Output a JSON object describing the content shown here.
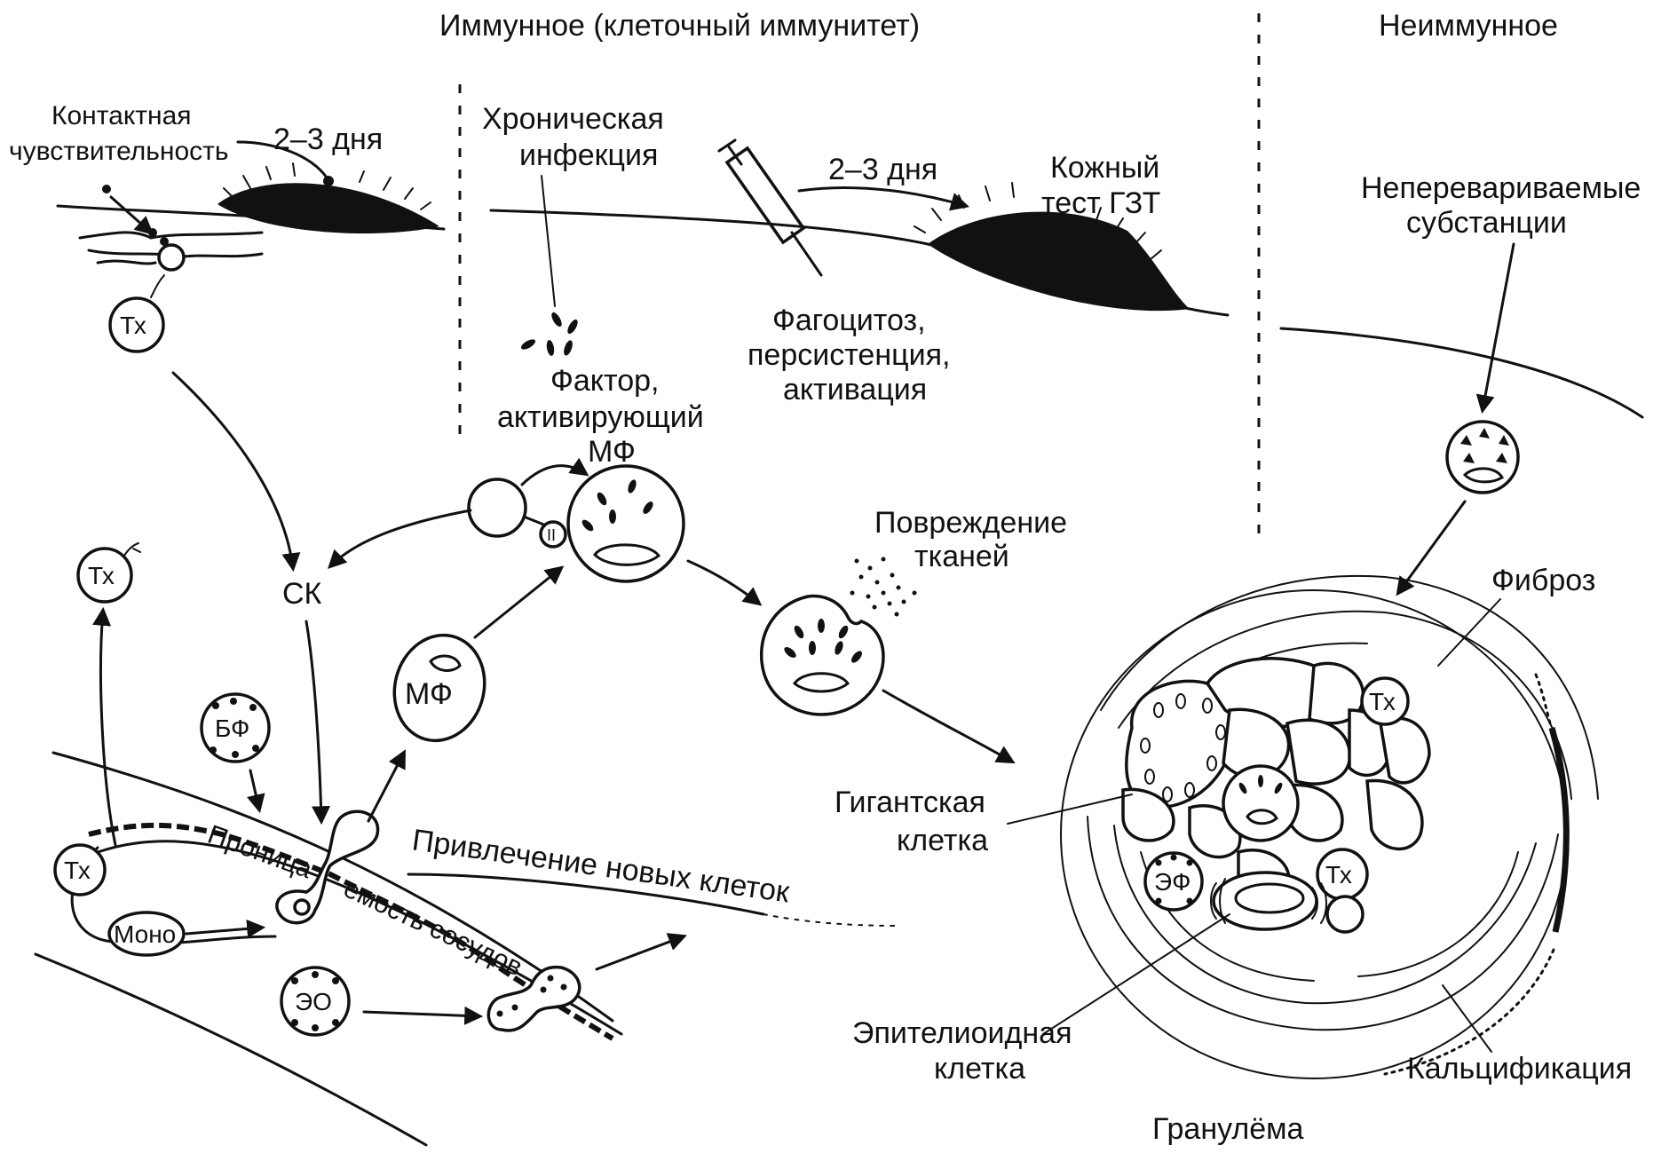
{
  "header": {
    "immune": "Иммунное (клеточный иммунитет)",
    "nonimmune": "Неиммунное"
  },
  "contact": {
    "title_line1": "Контактная",
    "title_line2": "чувствительность",
    "days": "2–3  дня",
    "tx": "Тх"
  },
  "chronic": {
    "title_line1": "Хроническая",
    "title_line2": "инфекция",
    "days": "2–3  дня",
    "skin_test_line1": "Кожный",
    "skin_test_line2": "тест ГЗТ",
    "phago_line1": "Фагоцитоз,",
    "phago_line2": "персистенция,",
    "phago_line3": "активация",
    "factor_line1": "Фактор,",
    "factor_line2": "активирующий",
    "factor_line3": "МФ"
  },
  "nonimmune": {
    "substances_line1": "Неперевариваемые",
    "substances_line2": "субстанции"
  },
  "cells": {
    "sk": "СК",
    "tx": "Тх",
    "mf": "МФ",
    "bf": "БФ",
    "mono": "Моно",
    "eo": "ЭО",
    "ef": "ЭФ",
    "tx_small": "Тх",
    "mhc": "II"
  },
  "vessel": {
    "perm_part1": "Проница",
    "perm_part2": "емость сосудов",
    "recruit": "Привлечение новых клеток"
  },
  "damage": {
    "line1": "Повреждение",
    "line2": "тканей"
  },
  "granuloma": {
    "title": "Гранулёма",
    "fibrosis": "Фиброз",
    "giant_line1": "Гигантская",
    "giant_line2": "клетка",
    "epith_line1": "Эпителиоидная",
    "epith_line2": "клетка",
    "calc": "Кальцификация"
  }
}
